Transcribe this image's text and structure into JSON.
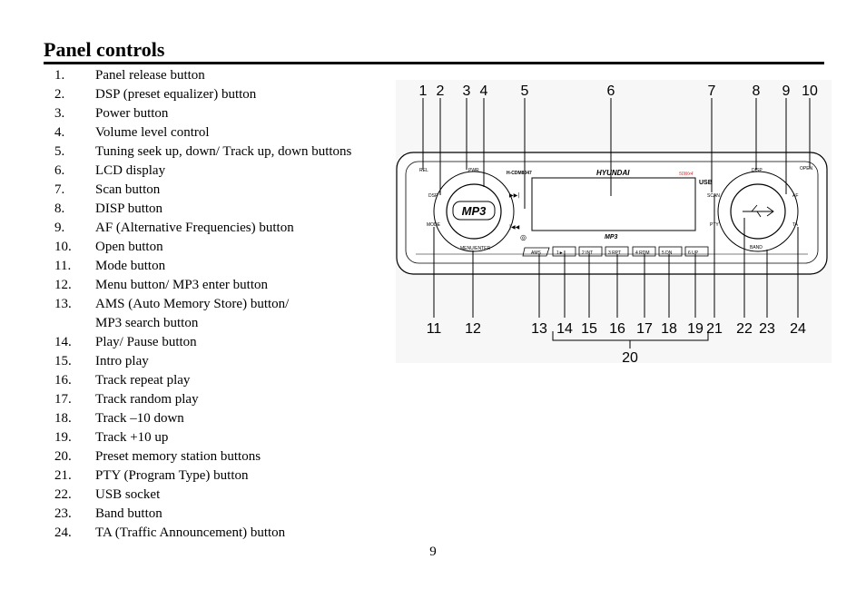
{
  "heading": "Panel controls",
  "controls": [
    {
      "num": "1.",
      "text": "Panel release button"
    },
    {
      "num": "2.",
      "text": "DSP (preset equalizer) button"
    },
    {
      "num": "3.",
      "text": "Power button"
    },
    {
      "num": "4.",
      "text": "Volume level control"
    },
    {
      "num": "5.",
      "text": "Tuning seek up, down/ Track up, down buttons"
    },
    {
      "num": "6.",
      "text": "LCD display"
    },
    {
      "num": "7.",
      "text": "Scan button"
    },
    {
      "num": "8.",
      "text": "DISP button"
    },
    {
      "num": "9.",
      "text": "AF (Alternative Frequencies) button"
    },
    {
      "num": "10.",
      "text": "Open button"
    },
    {
      "num": "11.",
      "text": "Mode button"
    },
    {
      "num": "12.",
      "text": "Menu button/ MP3 enter button"
    },
    {
      "num": "13.",
      "text": "AMS (Auto Memory Store) button/",
      "continuation": "MP3 search button"
    },
    {
      "num": "14.",
      "text": "Play/ Pause button"
    },
    {
      "num": "15.",
      "text": "Intro play"
    },
    {
      "num": "16.",
      "text": "Track repeat play"
    },
    {
      "num": "17.",
      "text": "Track random play"
    },
    {
      "num": "18.",
      "text": "Track –10 down"
    },
    {
      "num": "19.",
      "text": "Track +10 up"
    },
    {
      "num": "20.",
      "text": "Preset memory station buttons"
    },
    {
      "num": "21.",
      "text": "PTY (Program Type) button"
    },
    {
      "num": "22.",
      "text": "USB socket"
    },
    {
      "num": "23.",
      "text": "Band button"
    },
    {
      "num": "24.",
      "text": "TA (Traffic Announcement) button"
    }
  ],
  "page_number": "9",
  "diagram": {
    "top_callouts": [
      "1",
      "2",
      "3",
      "4",
      "5",
      "6",
      "7",
      "8",
      "9",
      "10"
    ],
    "bottom_callouts": [
      "11",
      "12",
      "13",
      "14",
      "15",
      "16",
      "17",
      "18",
      "19",
      "21",
      "22",
      "23",
      "24"
    ],
    "group_callout": "20",
    "panel_labels": {
      "brand": "HYUNDAI",
      "model": "H-CDM8047",
      "power_rating": "50Wx4",
      "mp3_badge": "MP3",
      "mp3_logo": "MP3",
      "rel": "REL",
      "pwr": "PWR",
      "dsp": "DSP",
      "mode": "MODE",
      "menu_enter": "MENU/ENTER",
      "usb": "USB",
      "scan": "SCAN",
      "pty": "PTY",
      "disp": "DISP",
      "open": "OPEN",
      "af": "AF",
      "ta": "TA",
      "band": "BAND",
      "ams": "AMS",
      "preset_1": "1►‖",
      "preset_2": "2 INT",
      "preset_3": "3 RPT",
      "preset_4": "4 RDM",
      "preset_5": "5 DN",
      "preset_6": "6 UP"
    }
  }
}
